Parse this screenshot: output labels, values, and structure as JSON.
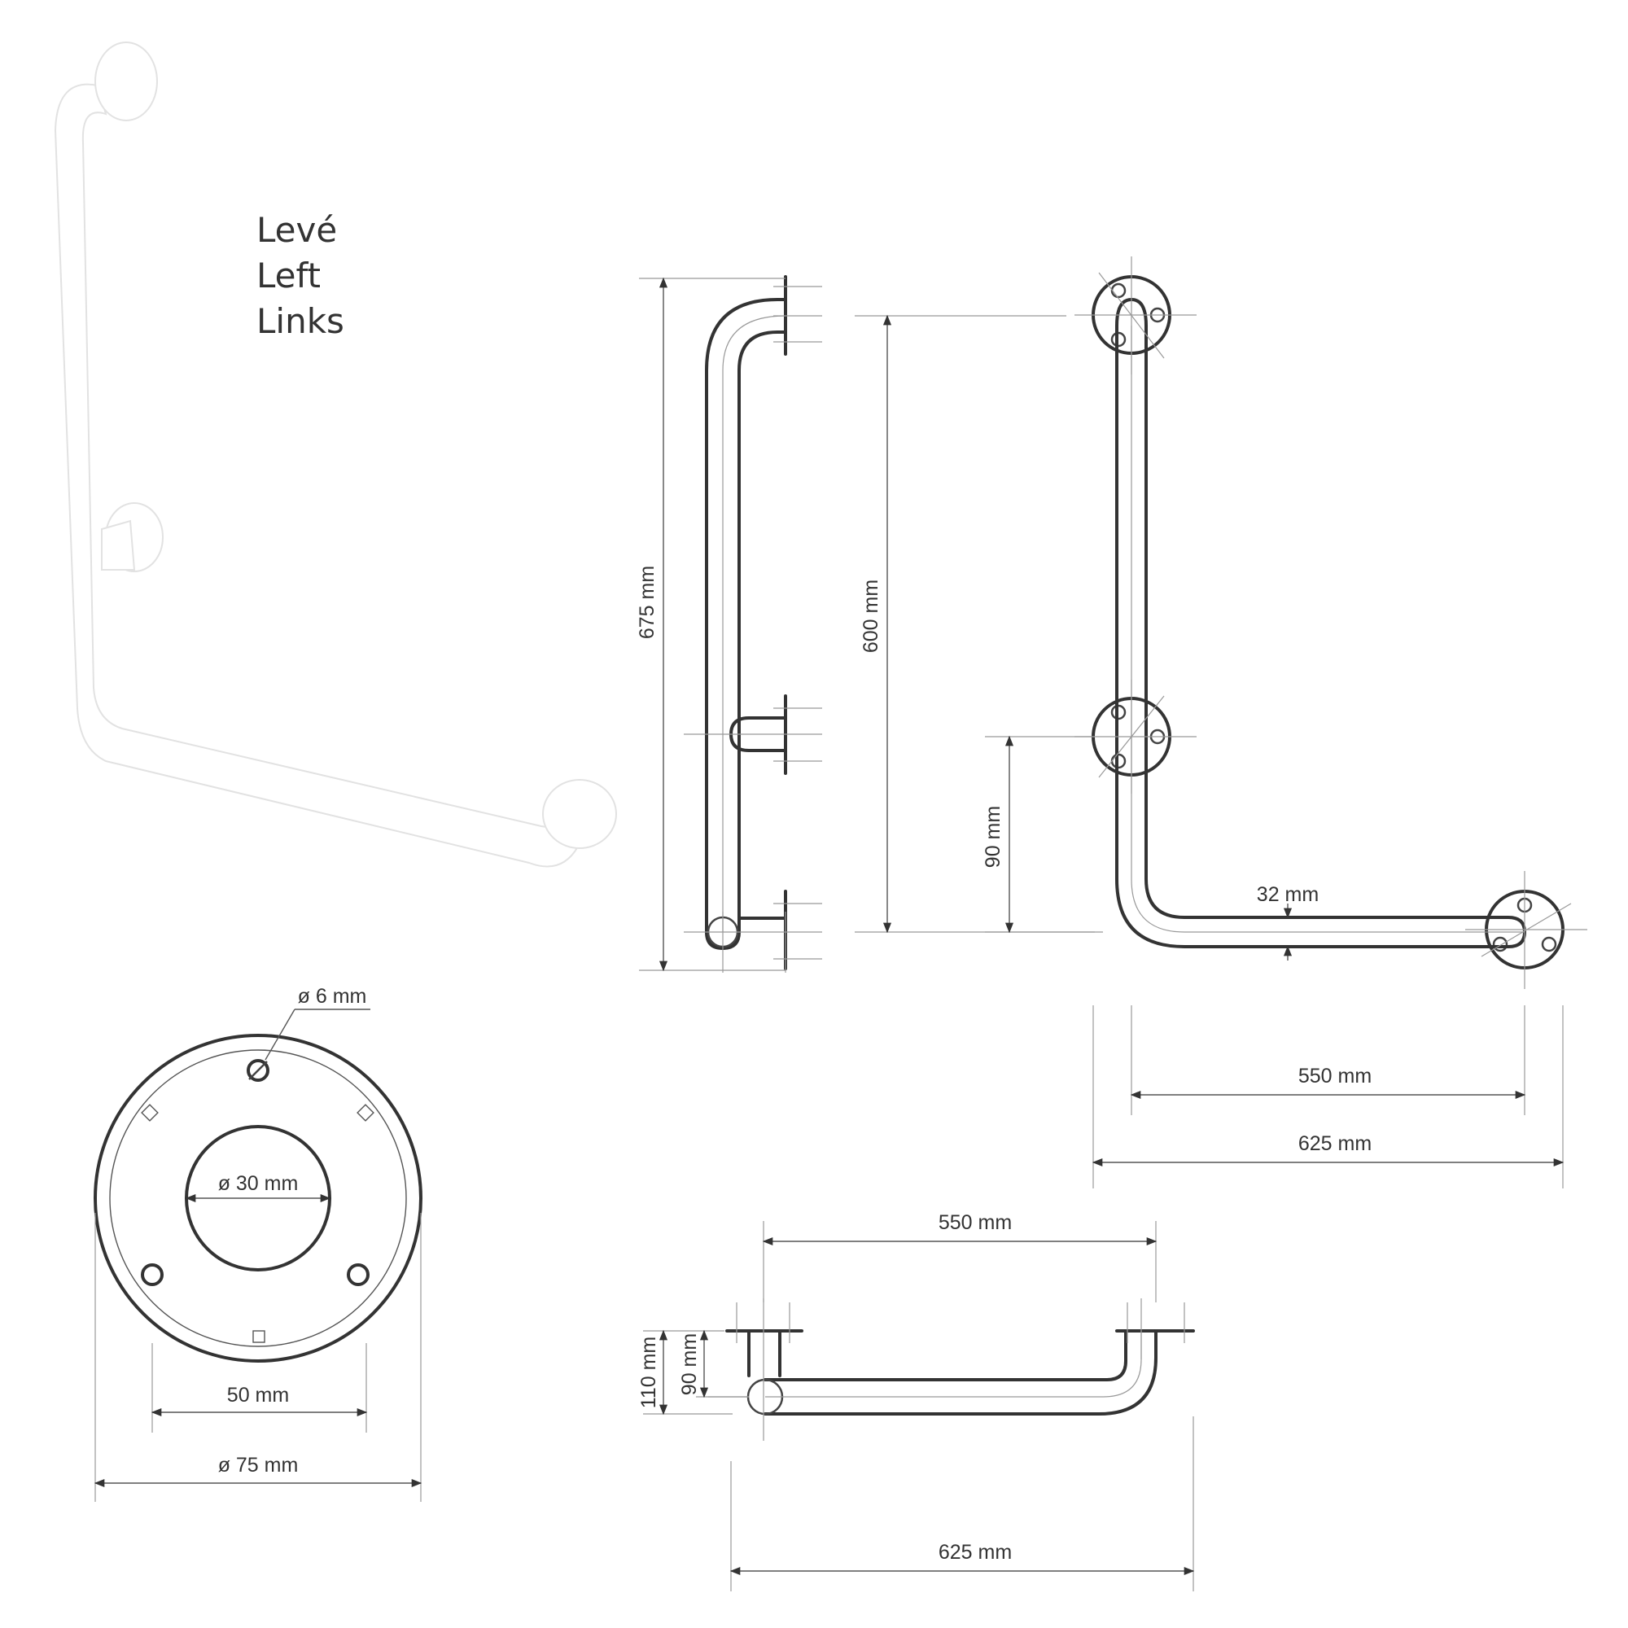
{
  "labels": {
    "lang_cs": "Levé",
    "lang_en": "Left",
    "lang_de": "Links"
  },
  "dimensions": {
    "height_total": "675 mm",
    "height_axis": "600 mm",
    "mid_flange_height": "90 mm",
    "tube_diameter": "32 mm",
    "front_width_axis": "550 mm",
    "front_width_total": "625 mm",
    "hole_diameter": "ø 6 mm",
    "tube_opening": "ø 30 mm",
    "flange_hole_spacing": "50 mm",
    "flange_diameter": "ø 75 mm",
    "top_width_axis": "550 mm",
    "top_depth_total": "110 mm",
    "top_depth_axis": "90 mm",
    "top_width_total": "625 mm"
  },
  "colors": {
    "line": "#333333",
    "background": "#ffffff"
  }
}
